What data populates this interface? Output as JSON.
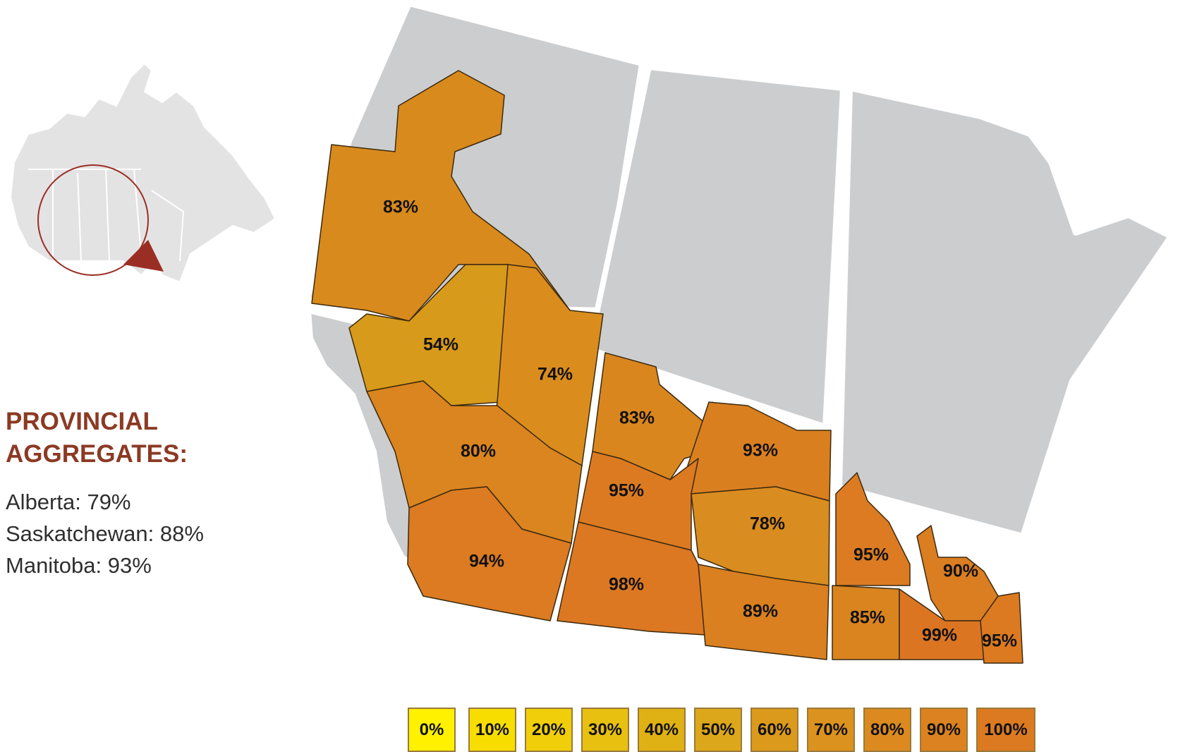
{
  "inset_map": {
    "icon": "canada-locator-icon",
    "colors": {
      "land": "#e3e3e3",
      "lines": "#ffffff",
      "circle": "#9b2e24",
      "pointer": "#9b2e24"
    }
  },
  "aggregates": {
    "title": "PROVINCIAL\nAGGREGATES:",
    "items": [
      {
        "label": "Alberta: 79%"
      },
      {
        "label": "Saskatchewan: 88%"
      },
      {
        "label": "Manitoba: 93%"
      }
    ]
  },
  "map": {
    "colors": {
      "land_gray": "#cccdcf",
      "region_border": "#3a2a10",
      "province_gap": "#ffffff"
    },
    "regions": [
      {
        "id": "ab-north",
        "province": "Alberta",
        "value": 83,
        "label": "83%",
        "color": "#d98a1d"
      },
      {
        "id": "ab-northwest-central",
        "province": "Alberta",
        "value": 54,
        "label": "54%",
        "color": "#d89a1a"
      },
      {
        "id": "ab-northeast",
        "province": "Alberta",
        "value": 74,
        "label": "74%",
        "color": "#da8d1d"
      },
      {
        "id": "ab-central",
        "province": "Alberta",
        "value": 80,
        "label": "80%",
        "color": "#da851f"
      },
      {
        "id": "ab-south",
        "province": "Alberta",
        "value": 94,
        "label": "94%",
        "color": "#dc7b21"
      },
      {
        "id": "sk-northwest",
        "province": "Saskatchewan",
        "value": 83,
        "label": "83%",
        "color": "#da861f"
      },
      {
        "id": "sk-northeast",
        "province": "Saskatchewan",
        "value": 93,
        "label": "93%",
        "color": "#da7f20"
      },
      {
        "id": "sk-west-central",
        "province": "Saskatchewan",
        "value": 95,
        "label": "95%",
        "color": "#dc7a22"
      },
      {
        "id": "sk-east-central",
        "province": "Saskatchewan",
        "value": 78,
        "label": "78%",
        "color": "#d98c1f"
      },
      {
        "id": "sk-southwest",
        "province": "Saskatchewan",
        "value": 98,
        "label": "98%",
        "color": "#dc7822"
      },
      {
        "id": "sk-southeast",
        "province": "Saskatchewan",
        "value": 89,
        "label": "89%",
        "color": "#da8020"
      },
      {
        "id": "mb-interlake",
        "province": "Manitoba",
        "value": 95,
        "label": "95%",
        "color": "#dc7b22"
      },
      {
        "id": "mb-east",
        "province": "Manitoba",
        "value": 90,
        "label": "90%",
        "color": "#da7e21"
      },
      {
        "id": "mb-southwest",
        "province": "Manitoba",
        "value": 85,
        "label": "85%",
        "color": "#da8420"
      },
      {
        "id": "mb-south-central",
        "province": "Manitoba",
        "value": 99,
        "label": "99%",
        "color": "#dc7522"
      },
      {
        "id": "mb-southeast",
        "province": "Manitoba",
        "value": 95,
        "label": "95%",
        "color": "#dc7a22"
      }
    ]
  },
  "legend": {
    "items": [
      {
        "label": "0%",
        "color": "#fff100"
      },
      {
        "label": "10%",
        "color": "#f7de00"
      },
      {
        "label": "20%",
        "color": "#f0cf0a"
      },
      {
        "label": "30%",
        "color": "#e8c010"
      },
      {
        "label": "40%",
        "color": "#e0b114"
      },
      {
        "label": "50%",
        "color": "#dca71a"
      },
      {
        "label": "60%",
        "color": "#dc9a1c"
      },
      {
        "label": "70%",
        "color": "#dc921e"
      },
      {
        "label": "80%",
        "color": "#dc8a1f"
      },
      {
        "label": "90%",
        "color": "#dc8220"
      },
      {
        "label": "100%",
        "color": "#dc7a22"
      }
    ]
  }
}
